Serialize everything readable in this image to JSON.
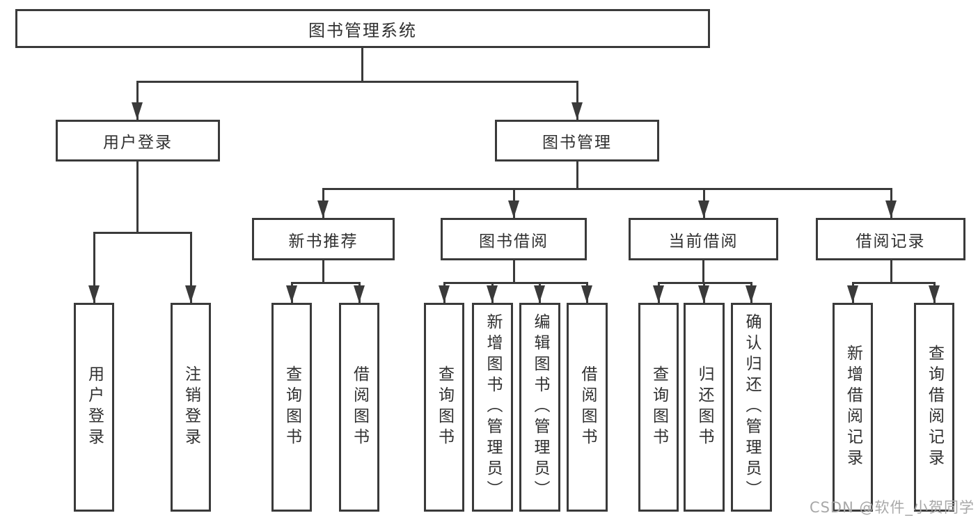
{
  "tree": {
    "root": {
      "label": "图书管理系统"
    },
    "level2": [
      {
        "label": "用户登录"
      },
      {
        "label": "图书管理"
      }
    ],
    "level3": [
      {
        "label": "新书推荐"
      },
      {
        "label": "图书借阅"
      },
      {
        "label": "当前借阅"
      },
      {
        "label": "借阅记录"
      }
    ],
    "leaves": [
      {
        "label": "用户登录"
      },
      {
        "label": "注销登录"
      },
      {
        "label": "查询图书"
      },
      {
        "label": "借阅图书"
      },
      {
        "label": "查询图书"
      },
      {
        "label": "新增图书（管理员）"
      },
      {
        "label": "编辑图书（管理员）"
      },
      {
        "label": "借阅图书"
      },
      {
        "label": "查询图书"
      },
      {
        "label": "归还图书"
      },
      {
        "label": "确认归还（管理员）"
      },
      {
        "label": "新增借阅记录"
      },
      {
        "label": "查询借阅记录"
      }
    ]
  },
  "watermark": {
    "text": "CSDN @软件_小贺同学"
  },
  "colors": {
    "line": "#3a3a3a",
    "text": "#303030",
    "watermark": "#a8a8a8",
    "background": "#ffffff"
  }
}
